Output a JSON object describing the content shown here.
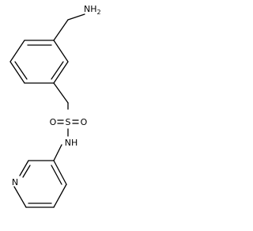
{
  "atoms": {
    "amine": {
      "main": "NH",
      "sub": "2"
    },
    "sulfur": "S",
    "oxygen_left": "O",
    "oxygen_right": "O",
    "nitrogen_amide": "NH",
    "nitrogen_ring": "N"
  },
  "colors": {
    "bond": "#000000",
    "text": "#000000",
    "background": "#ffffff"
  }
}
